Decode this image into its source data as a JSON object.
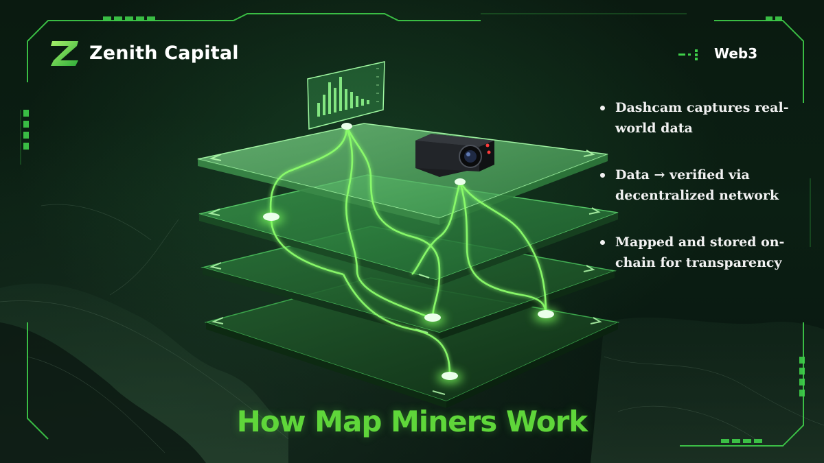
{
  "brand": {
    "name": "Zenith Capital",
    "logo_icon": "z-logo-icon",
    "accent": "#4fd63a"
  },
  "tag": {
    "label": "Web3"
  },
  "bullets": [
    {
      "text": "Dashcam captures real-world data"
    },
    {
      "text": "Data → verified via decentralized network"
    },
    {
      "text": "Mapped and stored on-chain for transparency"
    }
  ],
  "title": "How Map Miners Work",
  "colors": {
    "background": "#07120b",
    "glow": "#7dff5c",
    "title": "#5fd63a",
    "frame": "#3fcf4a"
  },
  "icons": {
    "camera": "dashcam-icon",
    "chart": "hologram-bar-chart-icon"
  }
}
